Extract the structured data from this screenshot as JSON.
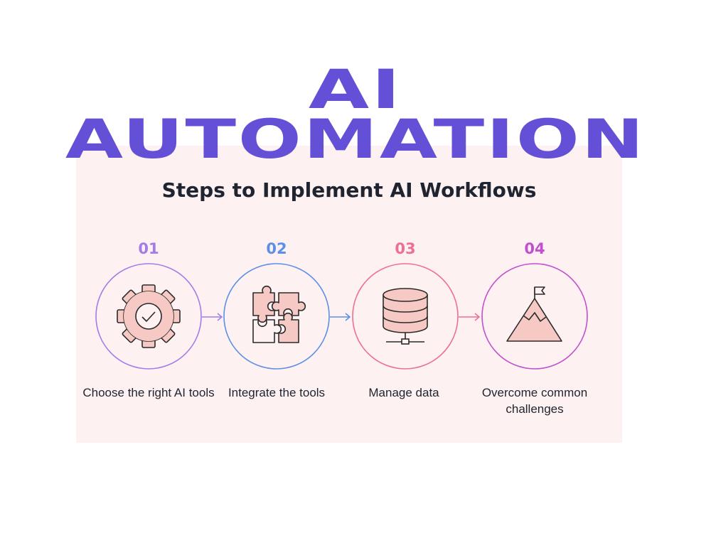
{
  "title": {
    "line1": "AI",
    "line2": "AUTOMATION"
  },
  "subtitle": "Steps to Implement AI Workflows",
  "colors": {
    "title": "#6350d6",
    "panel": "#fdf1f1",
    "icon_fill": "#f7c9c4"
  },
  "steps": [
    {
      "number": "01",
      "label": "Choose the right AI tools",
      "icon": "gear-check-icon",
      "color": "#a27ce8"
    },
    {
      "number": "02",
      "label": "Integrate the tools",
      "icon": "puzzle-icon",
      "color": "#5b8fe8"
    },
    {
      "number": "03",
      "label": "Manage data",
      "icon": "database-icon",
      "color": "#ee6f93"
    },
    {
      "number": "04",
      "label": "Overcome common challenges",
      "icon": "mountain-flag-icon",
      "color": "#c24fd0"
    }
  ]
}
